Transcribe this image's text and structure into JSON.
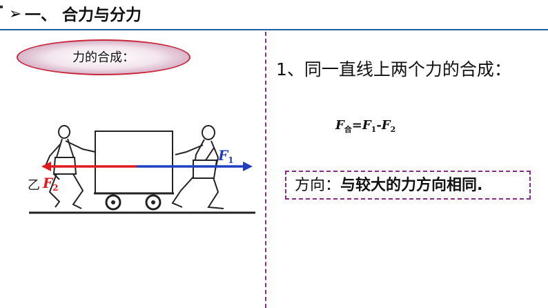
{
  "header": {
    "bullet": "➢",
    "title": "一、 合力与分力"
  },
  "ellipse": {
    "label": "力的合成："
  },
  "heading": "1、同一直线上两个力的合成：",
  "formula": {
    "lhs_symbol": "F",
    "lhs_sub": "合",
    "eq": "=",
    "f1_symbol": "F",
    "f1_sub": "1",
    "minus": "-",
    "f2_symbol": "F",
    "f2_sub": "2"
  },
  "direction": {
    "label": "方向：",
    "value": "与较大的力方向相同",
    "end": "."
  },
  "figure": {
    "label_left": "乙",
    "f2_symbol": "F",
    "f2_sub": "2",
    "f1_symbol": "F",
    "f1_sub": "1",
    "colors": {
      "f1": "#1f3fbf",
      "f2": "#e0191e"
    }
  }
}
